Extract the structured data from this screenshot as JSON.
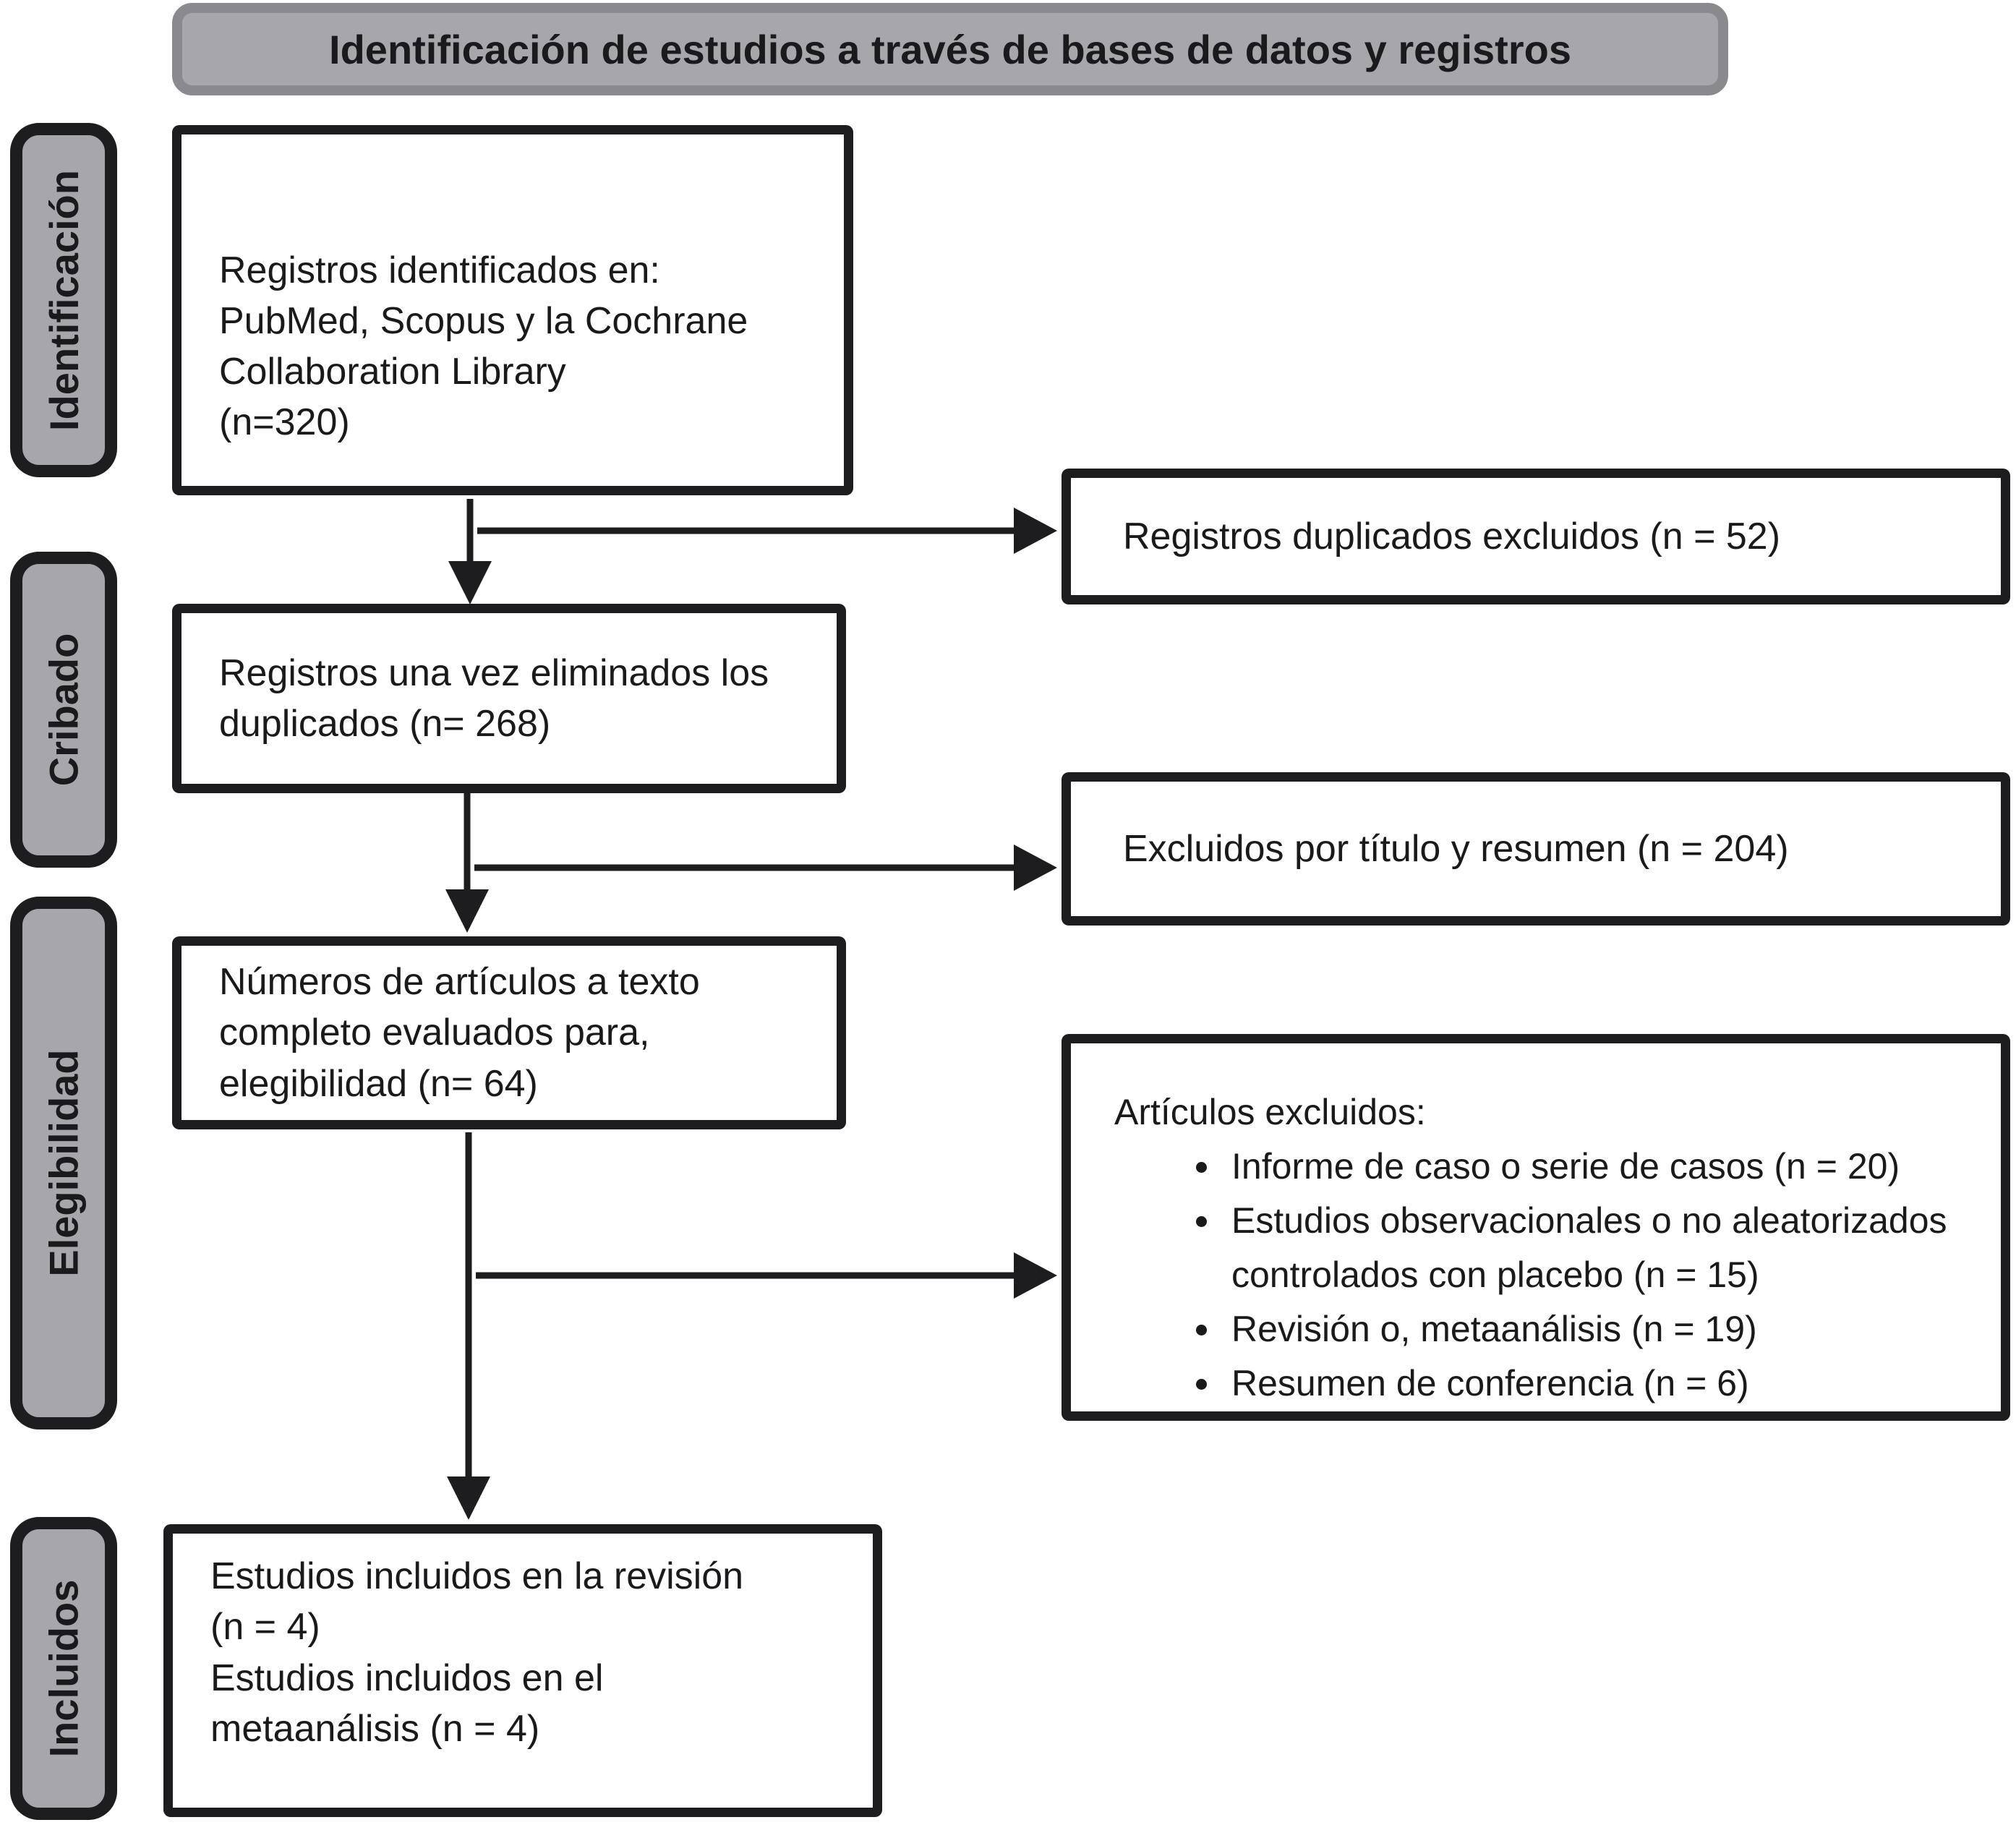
{
  "banner": {
    "title": "Identificación de estudios a través de bases de datos y registros"
  },
  "stages": [
    {
      "label": "Identificación"
    },
    {
      "label": "Cribado"
    },
    {
      "label": "Elegibilidad"
    },
    {
      "label": "Incluidos"
    }
  ],
  "flow_boxes": [
    {
      "name": "identified",
      "text": "Registros identificados en:\nPubMed, Scopus y la Cochrane\nCollaboration Library\n(n=320)"
    },
    {
      "name": "deduplicated",
      "text": "Registros una vez eliminados los\nduplicados (n= 268)"
    },
    {
      "name": "fulltext",
      "text": "Números de artículos a texto\ncompleto evaluados para,\nelegibilidad (n= 64)"
    },
    {
      "name": "included",
      "text": "Estudios incluidos en la revisión\n(n = 4)\nEstudios incluidos en el\nmetaanálisis (n = 4)"
    }
  ],
  "right_boxes": [
    {
      "name": "duplicates-excluded",
      "text": "Registros duplicados excluidos (n = 52)"
    },
    {
      "name": "title-abstract-excluded",
      "text": "Excluidos por título y resumen (n = 204)"
    },
    {
      "name": "articles-excluded",
      "title": "Artículos excluidos:",
      "items": [
        "Informe de caso o serie de casos (n = 20)",
        "Estudios observacionales o no aleatorizados controlados con placebo (n = 15)",
        "Revisión o, metaanálisis (n = 19)",
        "Resumen de conferencia (n = 6)"
      ]
    }
  ],
  "colors": {
    "box_border": "#1d1d1f",
    "banner_border": "#8a8a8e",
    "stage_fill": "#a7a7ab",
    "text": "#1a1a1c",
    "box_fill": "#ffffff"
  }
}
